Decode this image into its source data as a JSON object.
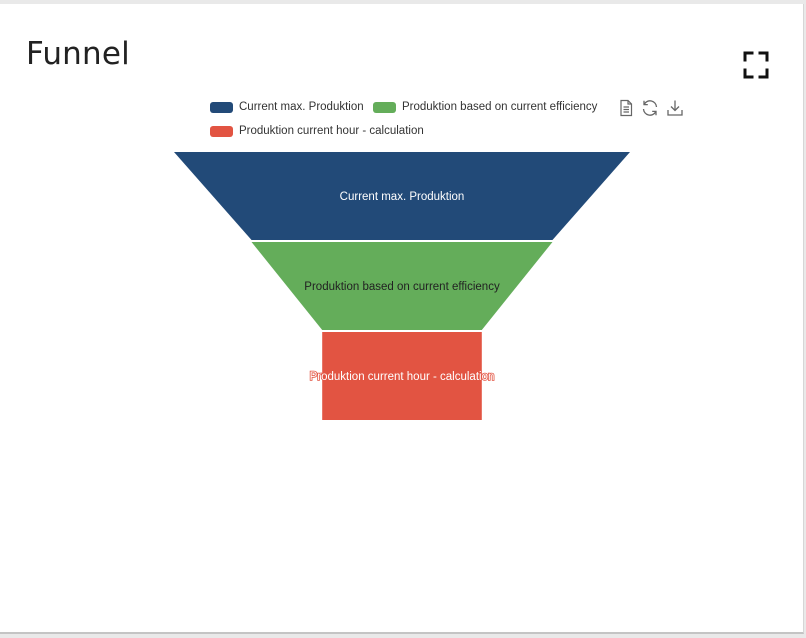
{
  "card": {
    "title": "Funnel",
    "fullscreen_icon": "fullscreen-icon"
  },
  "toolbox": {
    "icons": [
      "data-view-icon",
      "restore-icon",
      "save-image-icon"
    ]
  },
  "chart_data": {
    "type": "funnel",
    "sort": "descending",
    "legend_position": "top-center",
    "legend": [
      {
        "name": "Current max. Produktion",
        "color": "#224a78"
      },
      {
        "name": "Produktion based on current efficiency",
        "color": "#64ad5a"
      },
      {
        "name": "Produktion current hour - calculation",
        "color": "#e25442"
      }
    ],
    "series": [
      {
        "name": "Current max. Produktion",
        "value": 100,
        "color": "#224a78",
        "label_color": "#ffffff"
      },
      {
        "name": "Produktion based on current efficiency",
        "value": 66,
        "color": "#64ad5a",
        "label_color": "#222222"
      },
      {
        "name": "Produktion current hour - calculation",
        "value": 35,
        "color": "#e25442",
        "label_color": "#ffffff"
      }
    ]
  }
}
